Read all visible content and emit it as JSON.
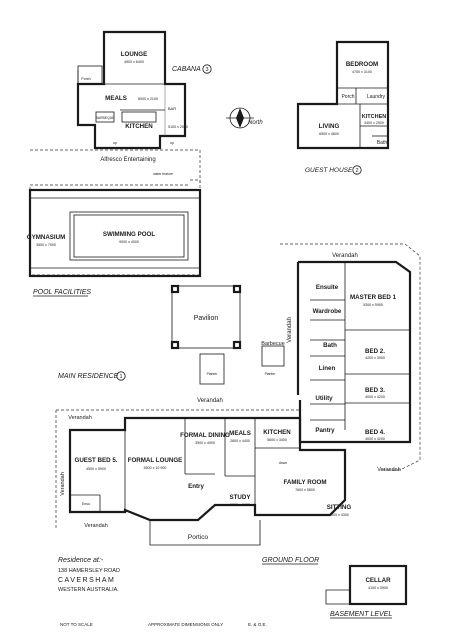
{
  "cabana": {
    "title": "CABANA",
    "number": "3",
    "lounge": {
      "name": "LOUNGE",
      "dim": "4900 x 6400"
    },
    "porch": "Porch",
    "meals": {
      "name": "MEALS",
      "dim": "6000 x 2100"
    },
    "bbq": "BARBEQUE",
    "bar": "BAR",
    "kitchen": {
      "name": "KITCHEN",
      "dim": "5100 x 2000"
    },
    "up": "up",
    "alfresco": "Alfresco Entertaining",
    "water_feature": "water feature"
  },
  "north": "North",
  "guest_house": {
    "title": "GUEST HOUSE",
    "number": "2",
    "bedroom": {
      "name": "BEDROOM",
      "dim": "4700 x 3100"
    },
    "porch": "Porch",
    "laundry": "Laundry",
    "living": {
      "name": "LIVING",
      "dim": "6500 x 4600"
    },
    "kitchen": {
      "name": "KITCHEN",
      "dim": "3400 x 2500"
    },
    "bath": "Bath"
  },
  "pool": {
    "gym": {
      "name": "GYMNASIUM",
      "dim": "3500 x 7000"
    },
    "pool": {
      "name": "SWIMMING POOL",
      "dim": "9000 x 4000"
    },
    "title": "POOL FACILITIES"
  },
  "pavilion": "Pavilion",
  "main": {
    "title": "MAIN RESIDENCE",
    "number": "1",
    "verandah": "Verandah",
    "ensuite": "Ensuite",
    "wardrobe": "Wardrobe",
    "master": {
      "name": "MASTER BED 1",
      "dim": "5300 x 5950"
    },
    "barbecue": "Barbecue",
    "bath": "Bath",
    "linen": "Linen",
    "bed2": {
      "name": "BED 2.",
      "dim": "4200 x 3900"
    },
    "bed3": {
      "name": "BED 3.",
      "dim": "4000 x 4200"
    },
    "bed4": {
      "name": "BED 4.",
      "dim": "4000 x 4200"
    },
    "planter": "Planter",
    "utility": "Utility",
    "pantry": "Pantry",
    "guest_bed": {
      "name": "GUEST BED 5.",
      "dim": "4500 x 5900"
    },
    "formal_lounge": {
      "name": "FORMAL LOUNGE",
      "dim": "5500 x 10 900"
    },
    "formal_dining": {
      "name": "FORMAL DINING",
      "dim": "3900 x 4900"
    },
    "meals": {
      "name": "MEALS",
      "dim": "2800 x 4400"
    },
    "kitchen": {
      "name": "KITCHEN",
      "dim": "5600 x 3400"
    },
    "family": {
      "name": "FAMILY ROOM",
      "dim": "7600 x 5800"
    },
    "entry": "Entry",
    "study": {
      "name": "STUDY",
      "dim": "5500 x 5400"
    },
    "sitting": {
      "name": "SITTING",
      "dim": "4000 x 4300"
    },
    "ensu": "Ensu",
    "portico": "Portico",
    "down": "down",
    "ground_floor": "GROUND FLOOR"
  },
  "address": {
    "line1": "Residence at:-",
    "line2": "138 HAMERSLEY ROAD",
    "line3": "CAVERSHAM",
    "line4": "WESTERN AUSTRALIA."
  },
  "cellar": {
    "name": "CELLAR",
    "dim": "4100 x 3900"
  },
  "basement": "BASEMENT LEVEL",
  "footer": {
    "scale": "NOT TO SCALE",
    "approx": "APPROXIMATE DIMENSIONS ONLY",
    "eoe": "E. & O.E."
  }
}
